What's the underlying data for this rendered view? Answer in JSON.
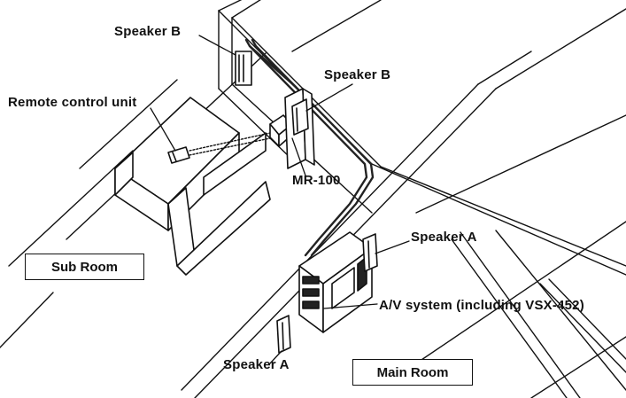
{
  "labels": {
    "speaker_b_left": "Speaker B",
    "speaker_b_right": "Speaker B",
    "remote_control": "Remote control unit",
    "mr100": "MR-100",
    "speaker_a_right": "Speaker A",
    "speaker_a_bottom": "Speaker A",
    "av_system": "A/V system (including VSX-452)"
  },
  "rooms": {
    "sub_room": "Sub Room",
    "main_room": "Main Room"
  },
  "colors": {
    "ink": "#111111",
    "background": "#ffffff",
    "cable": "#222222"
  }
}
